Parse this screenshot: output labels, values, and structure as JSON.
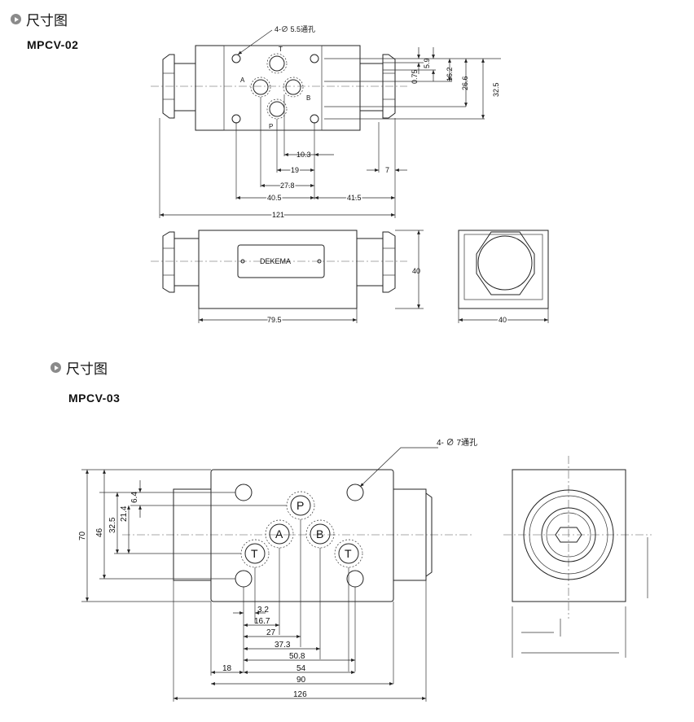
{
  "section1": {
    "heading": "尺寸图",
    "model": "MPCV-02"
  },
  "section2": {
    "heading": "尺寸图",
    "model": "MPCV-03"
  },
  "mpcv02": {
    "hole_note": "4-∅ 5.5通孔",
    "ports": {
      "t": "T",
      "a": "A",
      "b": "B",
      "p": "P"
    },
    "brand": "DEKEMA",
    "dims": {
      "d0_75": "0.75",
      "d5_9": "5.9",
      "d16_2": "16.2",
      "d26_6": "26.6",
      "d32_5": "32.5",
      "d10_3": "10.3",
      "d19": "19",
      "d27_8": "27.8",
      "d40_5": "40.5",
      "d41_5": "41.5",
      "d7": "7",
      "d121": "121",
      "d40_h": "40",
      "d79_5": "79.5",
      "d40_w": "40"
    }
  },
  "mpcv03": {
    "hole_note": "4- ∅ 7通孔",
    "ports": {
      "p": "P",
      "a": "A",
      "b": "B",
      "t1": "T",
      "t2": "T"
    },
    "dims": {
      "d70": "70",
      "d46": "46",
      "d32_5": "32.5",
      "d21_4": "21.4",
      "d6_4": "6.4",
      "d3_2": "3.2",
      "d16_7": "16.7",
      "d27": "27",
      "d37_3": "37.3",
      "d50_8": "50.8",
      "d54": "54",
      "d18": "18",
      "d90": "90",
      "d126": "126"
    }
  }
}
